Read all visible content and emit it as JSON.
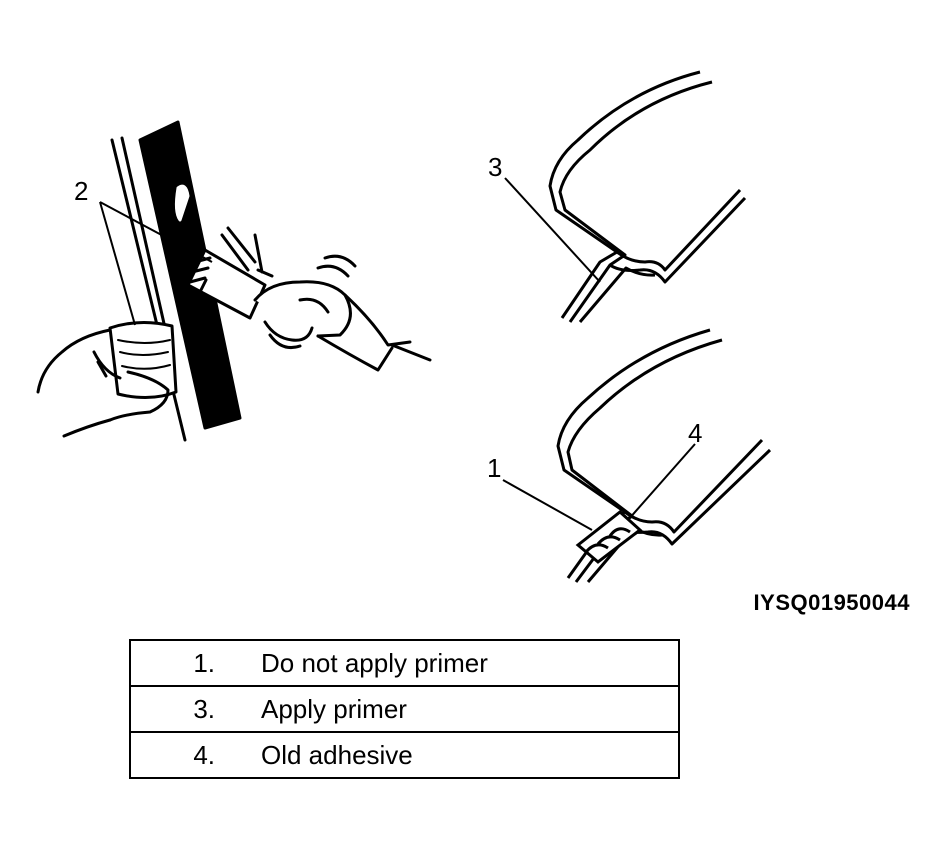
{
  "figure": {
    "id": "IYSQ01950044",
    "callouts": {
      "c1": "1",
      "c2": "2",
      "c3": "3",
      "c4": "4"
    }
  },
  "legend": {
    "rows": [
      {
        "number": "1.",
        "text": "Do not apply primer"
      },
      {
        "number": "3.",
        "text": "Apply primer"
      },
      {
        "number": "4.",
        "text": "Old adhesive"
      }
    ]
  },
  "colors": {
    "line": "#000000",
    "background": "#ffffff"
  }
}
